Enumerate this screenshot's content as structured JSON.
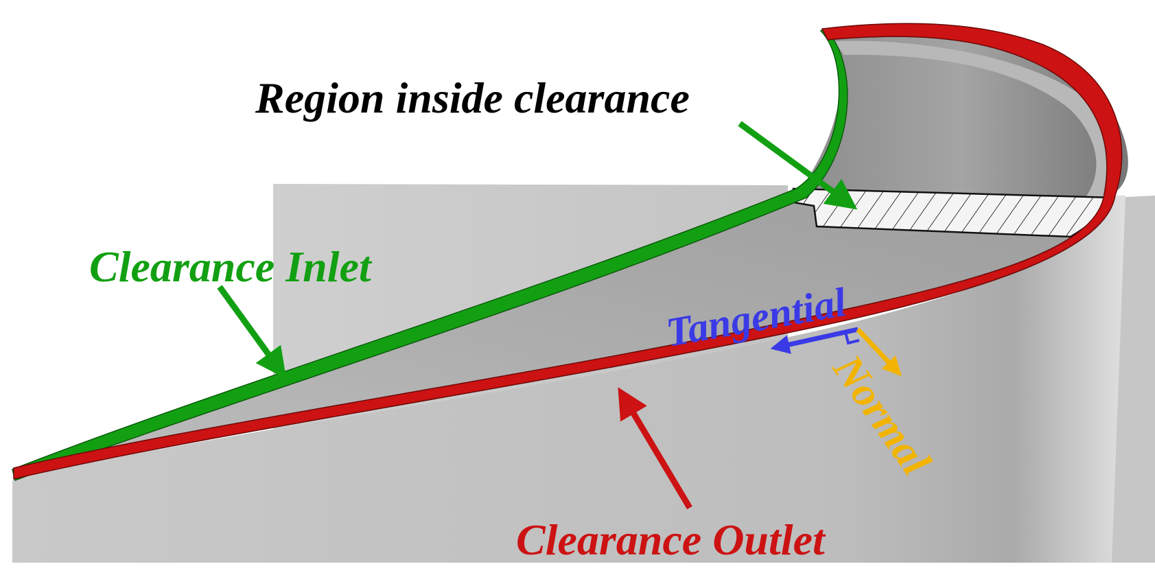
{
  "labels": {
    "region_inside_clearance": "Region inside clearance",
    "clearance_inlet": "Clearance Inlet",
    "clearance_outlet": "Clearance Outlet",
    "tangential": "Tangential",
    "normal": "Normal"
  },
  "colors": {
    "background": "#ffffff",
    "surface_light": "#c3c3c3",
    "surface_dark": "#9a9a9a",
    "inlet_green": "#12a012",
    "outlet_red": "#cc1212",
    "tangential_blue": "#3a3ae6",
    "normal_gold": "#f2b400",
    "region_label": "#000000"
  }
}
